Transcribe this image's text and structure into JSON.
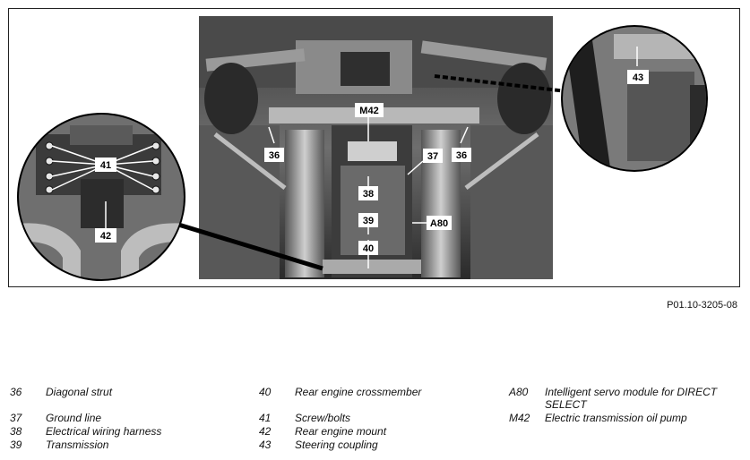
{
  "figure": {
    "reference": "P01.10-3205-08",
    "callouts": [
      "36",
      "36",
      "37",
      "38",
      "39",
      "40",
      "41",
      "42",
      "43",
      "A80",
      "M42"
    ]
  },
  "legend": {
    "col1": [
      {
        "num": "36",
        "desc": "Diagonal strut"
      },
      {
        "num": "37",
        "desc": "Ground line"
      },
      {
        "num": "38",
        "desc": "Electrical wiring harness"
      },
      {
        "num": "39",
        "desc": "Transmission"
      }
    ],
    "col2": [
      {
        "num": "40",
        "desc": "Rear engine crossmember"
      },
      {
        "num": "41",
        "desc": "Screw/bolts"
      },
      {
        "num": "42",
        "desc": "Rear engine mount"
      },
      {
        "num": "43",
        "desc": "Steering coupling"
      }
    ],
    "col3": [
      {
        "num": "A80",
        "desc": "Intelligent servo module for DIRECT SELECT"
      },
      {
        "num": "M42",
        "desc": "Electric transmission oil pump"
      }
    ]
  }
}
